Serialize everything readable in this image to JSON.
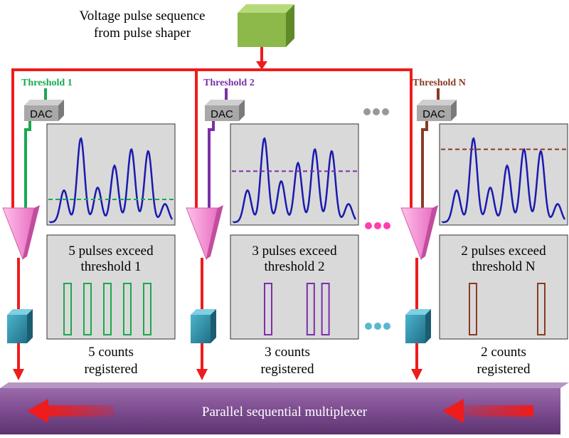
{
  "source_label_line1": "Voltage pulse sequence",
  "source_label_line2": "from pulse shaper",
  "dac_label": "DAC",
  "multiplexer_label": "Parallel sequential multiplexer",
  "colors": {
    "wire": "#ee1c1c",
    "pulse": "#1a1ab0",
    "panel": "#d9d9d9",
    "multiplexer": "#7a4a8c",
    "source_box": "#8db84a",
    "amplifier": "#f59ad8",
    "counter": "#2f8fa6"
  },
  "channels": [
    {
      "threshold_label": "Threshold 1",
      "color": "#1aa84f",
      "pulse_heights": [
        0.35,
        0.92,
        0.38,
        0.62,
        0.8,
        0.78,
        0.2
      ],
      "threshold_level": 0.25,
      "result_line1": "5 pulses exceed",
      "result_line2": "threshold 1",
      "count_value": 5,
      "counts_line1": "5 counts",
      "counts_line2": "registered"
    },
    {
      "threshold_label": "Threshold 2",
      "color": "#7b2fa8",
      "pulse_heights": [
        0.35,
        0.92,
        0.45,
        0.65,
        0.8,
        0.78,
        0.2
      ],
      "threshold_level": 0.56,
      "result_line1": "3 pulses exceed",
      "result_line2": "threshold 2",
      "count_value": 3,
      "counts_line1": "3 counts",
      "counts_line2": "registered"
    },
    {
      "threshold_label": "Threshold N",
      "color": "#8b3a24",
      "pulse_heights": [
        0.35,
        0.92,
        0.38,
        0.62,
        0.8,
        0.78,
        0.2
      ],
      "threshold_level": 0.8,
      "result_line1": "2 pulses exceed",
      "result_line2": "threshold N",
      "count_value": 2,
      "counts_line1": "2 counts",
      "counts_line2": "registered"
    }
  ],
  "ellipsis_glyph": "• • •"
}
